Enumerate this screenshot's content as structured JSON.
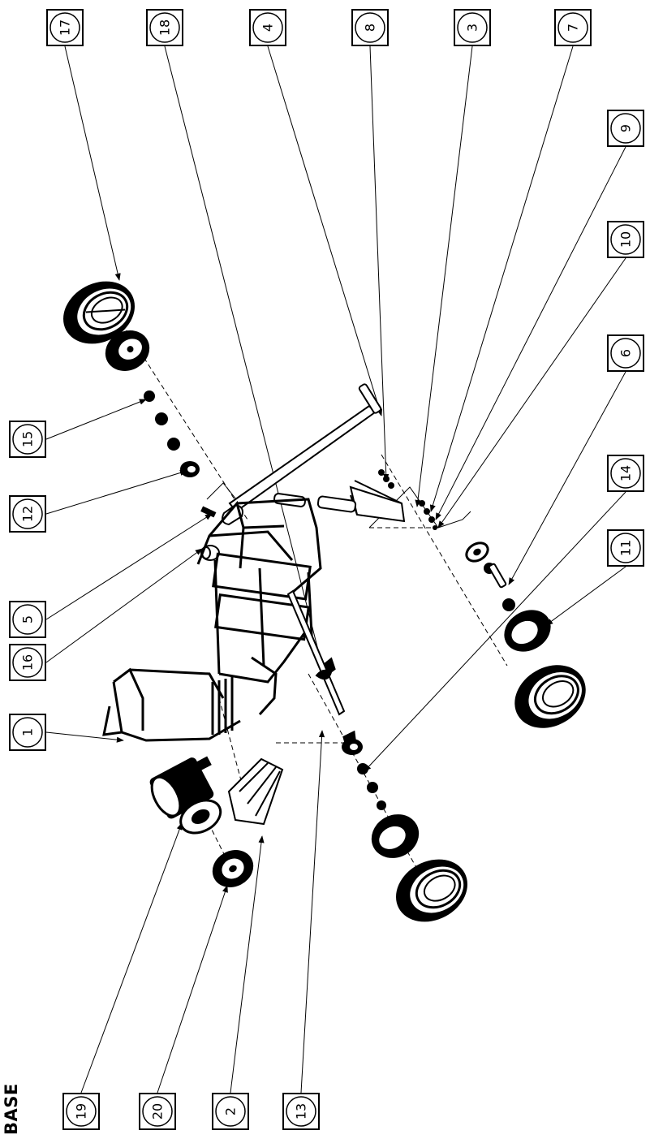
{
  "title": "BASE",
  "balloons_top": [
    "17",
    "18",
    "4",
    "8",
    "3",
    "7"
  ],
  "balloons_right_upper": [
    "9",
    "10",
    "6",
    "14",
    "11"
  ],
  "balloons_left": [
    "15",
    "12",
    "5",
    "16",
    "1"
  ],
  "balloons_bottom": [
    "19",
    "20",
    "2",
    "13"
  ]
}
